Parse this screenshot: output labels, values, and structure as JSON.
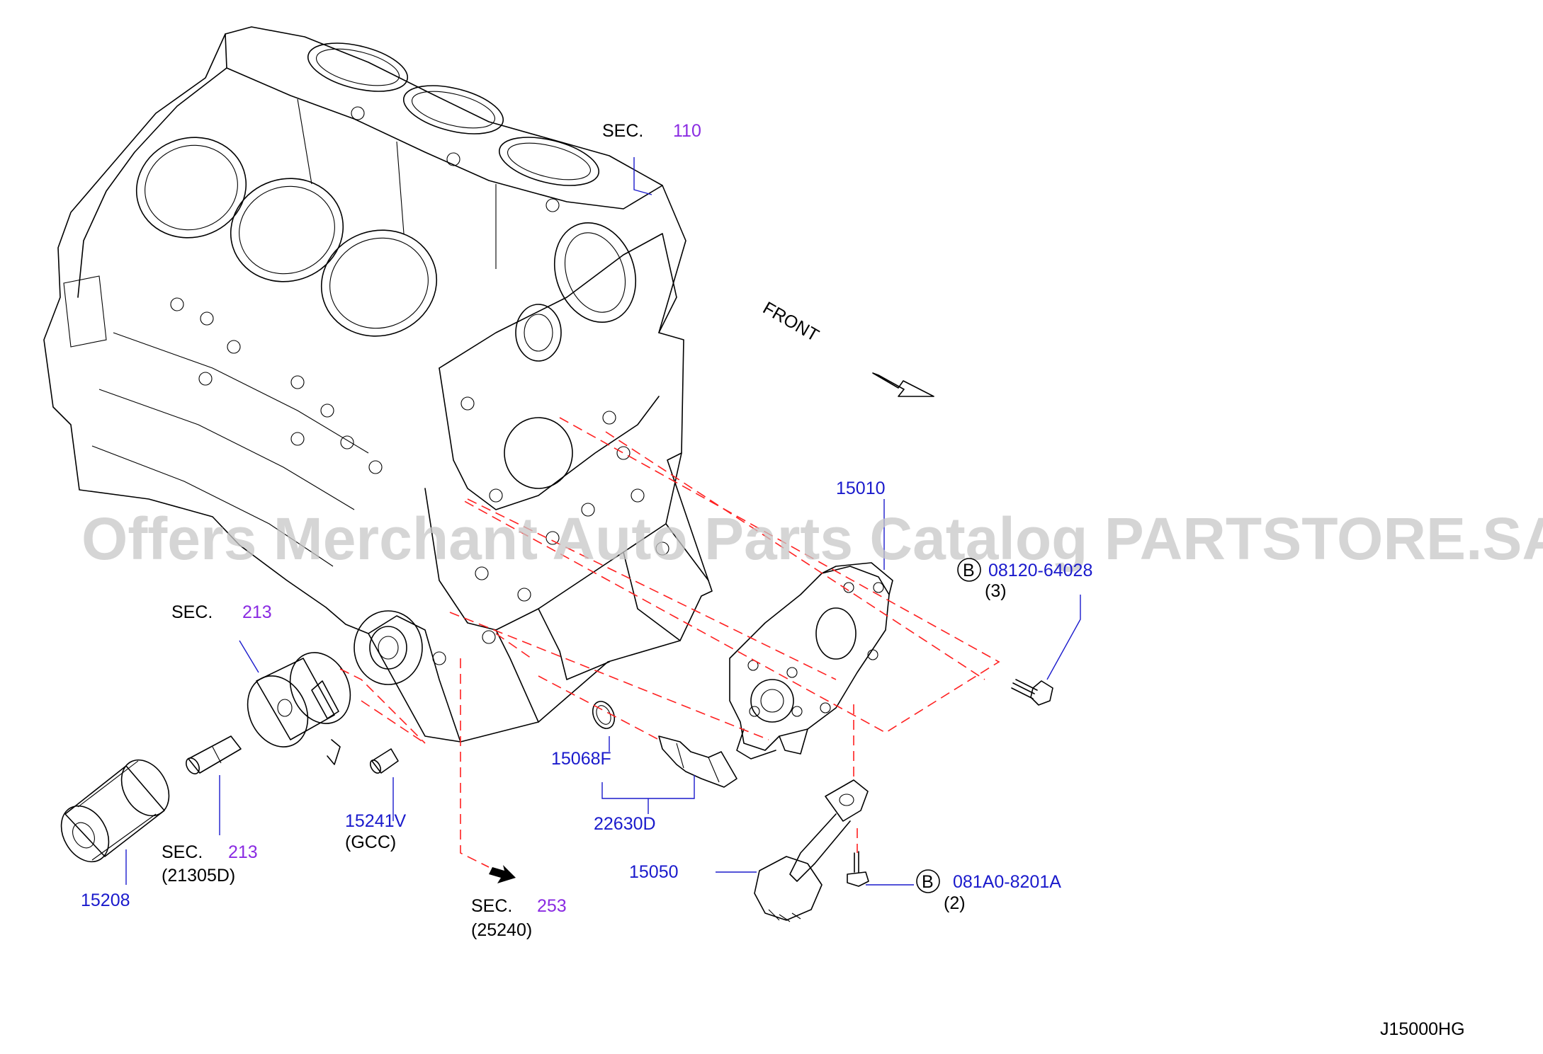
{
  "watermark": "Offers Merchant Auto Parts Catalog PARTSTORE.SA",
  "diagram_id": "J15000HG",
  "front_label": "FRONT",
  "sec_prefix": "SEC.",
  "colors": {
    "part_number": "#1a1acc",
    "section_number": "#8a2be2",
    "dashed_line": "#ff2020"
  },
  "labels": {
    "sec110": {
      "num": "110"
    },
    "sec213_top": {
      "num": "213"
    },
    "sec213_bottom": {
      "num": "213",
      "ref": "(21305D)"
    },
    "sec253": {
      "num": "253",
      "ref": "(25240)"
    },
    "p15010": "15010",
    "bolt_b1": {
      "marker": "B",
      "part": "08120-64028",
      "qty": "(3)"
    },
    "p15068F": "15068F",
    "p22630D": "22630D",
    "p15241V": {
      "part": "15241V",
      "note": "(GCC)"
    },
    "p15208": "15208",
    "p15050": "15050",
    "bolt_b2": {
      "marker": "B",
      "part": "081A0-8201A",
      "qty": "(2)"
    }
  }
}
